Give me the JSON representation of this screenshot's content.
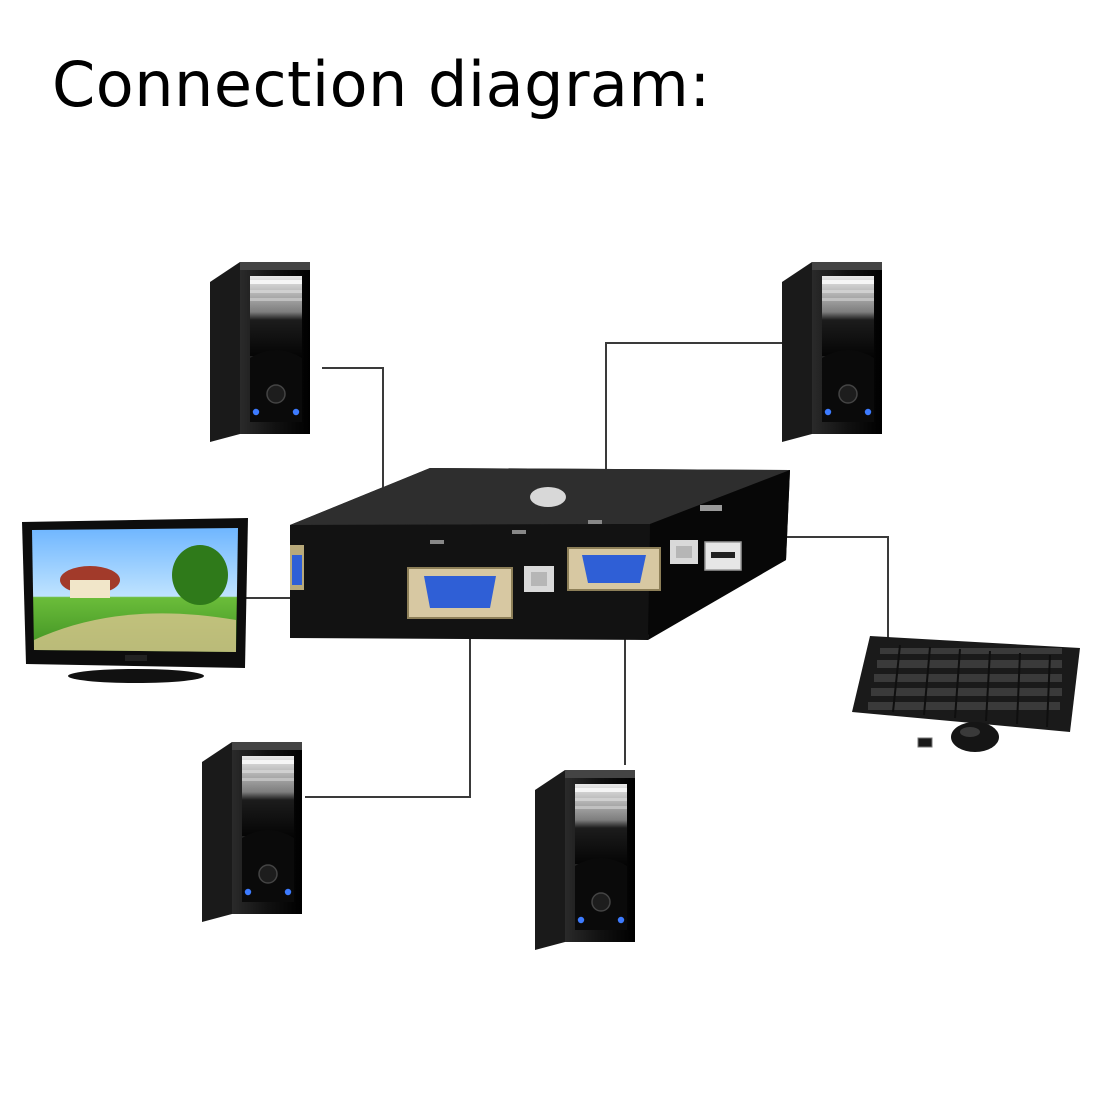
{
  "title": "Connection diagram:",
  "colors": {
    "background": "#ffffff",
    "wire": "#3a3a3a",
    "device_body": "#111111",
    "vga_port_blue": "#2f5fd6",
    "tower_led": "#3d7bff"
  },
  "devices": [
    {
      "kind": "computer-tower",
      "icon": "computer-tower-icon",
      "slot": "top-left"
    },
    {
      "kind": "computer-tower",
      "icon": "computer-tower-icon",
      "slot": "top-right"
    },
    {
      "kind": "computer-tower",
      "icon": "computer-tower-icon",
      "slot": "bottom-left"
    },
    {
      "kind": "computer-tower",
      "icon": "computer-tower-icon",
      "slot": "bottom-center"
    },
    {
      "kind": "monitor",
      "icon": "monitor-icon",
      "slot": "left"
    },
    {
      "kind": "keyboard-and-mouse",
      "icon": "keyboard-mouse-icon",
      "slot": "right"
    },
    {
      "kind": "kvm-switch",
      "icon": "kvm-switch-icon",
      "slot": "center"
    }
  ]
}
